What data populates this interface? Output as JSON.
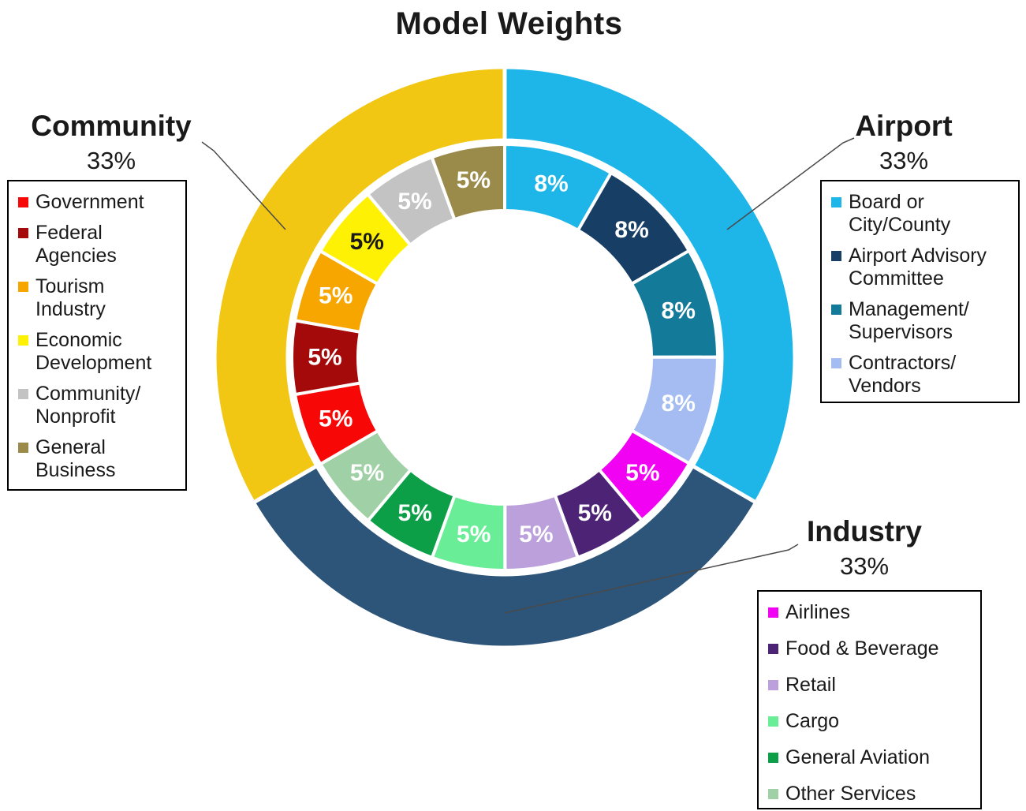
{
  "title": "Model Weights",
  "chart_data": {
    "type": "donut",
    "title": "Model Weights",
    "units": "percent",
    "rotation": "clockwise-from-top",
    "outer_ring": [
      {
        "label": "Airport",
        "value": 33.33,
        "display": "33%",
        "color": "#1EB6E8"
      },
      {
        "label": "Industry",
        "value": 33.33,
        "display": "33%",
        "color": "#2D5479"
      },
      {
        "label": "Community",
        "value": 33.33,
        "display": "33%",
        "color": "#F2C713"
      }
    ],
    "inner_ring": [
      {
        "group": "Airport",
        "label": "Board or City/County",
        "value": 8.33,
        "display": "8%",
        "color": "#1EB6E8"
      },
      {
        "group": "Airport",
        "label": "Airport Advisory Committee",
        "value": 8.33,
        "display": "8%",
        "color": "#173F66"
      },
      {
        "group": "Airport",
        "label": "Management/Supervisors",
        "value": 8.33,
        "display": "8%",
        "color": "#147A99"
      },
      {
        "group": "Airport",
        "label": "Contractors/Vendors",
        "value": 8.33,
        "display": "8%",
        "color": "#A4BCF2"
      },
      {
        "group": "Industry",
        "label": "Airlines",
        "value": 5.56,
        "display": "5%",
        "color": "#F202F2"
      },
      {
        "group": "Industry",
        "label": "Food & Beverage",
        "value": 5.56,
        "display": "5%",
        "color": "#4C2375"
      },
      {
        "group": "Industry",
        "label": "Retail",
        "value": 5.56,
        "display": "5%",
        "color": "#BCA0DC"
      },
      {
        "group": "Industry",
        "label": "Cargo",
        "value": 5.56,
        "display": "5%",
        "color": "#69EE97"
      },
      {
        "group": "Industry",
        "label": "General Aviation",
        "value": 5.56,
        "display": "5%",
        "color": "#0C9F48"
      },
      {
        "group": "Industry",
        "label": "Other Services",
        "value": 5.56,
        "display": "5%",
        "color": "#A0D0A5"
      },
      {
        "group": "Community",
        "label": "Government",
        "value": 5.56,
        "display": "5%",
        "color": "#F80707"
      },
      {
        "group": "Community",
        "label": "Federal Agencies",
        "value": 5.56,
        "display": "5%",
        "color": "#A50A0A"
      },
      {
        "group": "Community",
        "label": "Tourism Industry",
        "value": 5.56,
        "display": "5%",
        "color": "#F7A600"
      },
      {
        "group": "Community",
        "label": "Economic Development",
        "value": 5.56,
        "display": "5%",
        "color": "#FFF104",
        "text_color": "#1A1A1A"
      },
      {
        "group": "Community",
        "label": "Community/Nonprofit",
        "value": 5.56,
        "display": "5%",
        "color": "#C3C3C3"
      },
      {
        "group": "Community",
        "label": "General Business",
        "value": 5.56,
        "display": "5%",
        "color": "#9B8B4A"
      }
    ]
  },
  "groups": {
    "community": {
      "name": "Community",
      "percent": "33%",
      "items": [
        {
          "label": "Government",
          "color": "#F80707"
        },
        {
          "label": "Federal\nAgencies",
          "color": "#A50A0A"
        },
        {
          "label": "Tourism\nIndustry",
          "color": "#F7A600"
        },
        {
          "label": "Economic\nDevelopment",
          "color": "#FFF104"
        },
        {
          "label": "Community/\nNonprofit",
          "color": "#C3C3C3"
        },
        {
          "label": "General\nBusiness",
          "color": "#9B8B4A"
        }
      ]
    },
    "airport": {
      "name": "Airport",
      "percent": "33%",
      "items": [
        {
          "label": "Board or\nCity/County",
          "color": "#1EB6E8"
        },
        {
          "label": "Airport Advisory\nCommittee",
          "color": "#173F66"
        },
        {
          "label": "Management/\nSupervisors",
          "color": "#147A99"
        },
        {
          "label": "Contractors/\nVendors",
          "color": "#A4BCF2"
        }
      ]
    },
    "industry": {
      "name": "Industry",
      "percent": "33%",
      "items": [
        {
          "label": "Airlines",
          "color": "#F202F2"
        },
        {
          "label": "Food & Beverage",
          "color": "#4C2375"
        },
        {
          "label": "Retail",
          "color": "#BCA0DC"
        },
        {
          "label": "Cargo",
          "color": "#69EE97"
        },
        {
          "label": "General Aviation",
          "color": "#0C9F48"
        },
        {
          "label": "Other Services",
          "color": "#A0D0A5"
        }
      ]
    }
  }
}
